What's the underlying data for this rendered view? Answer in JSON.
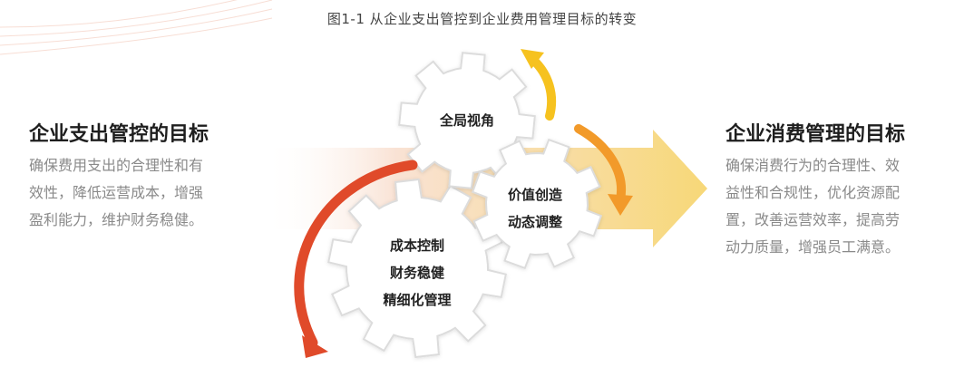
{
  "caption": "图1-1 从企业支出管控到企业费用管理目标的转变",
  "left": {
    "title": "企业支出管控的目标",
    "lines": [
      "确保费用支出的合理性和有",
      "效性，降低运营成本，增强",
      "盈利能力，维护财务稳健。"
    ]
  },
  "right": {
    "title": "企业消费管理的目标",
    "lines": [
      "确保消费行为的合理性、效",
      "益性和合规性，优化资源配",
      "置，改善运营效率，提高劳",
      "动力质量，增强员工满意。"
    ]
  },
  "gears": {
    "top": {
      "lines": [
        "全局视角"
      ]
    },
    "middle": {
      "lines": [
        "价值创造",
        "动态调整"
      ]
    },
    "bottom": {
      "lines": [
        "成本控制",
        "财务稳健",
        "精细化管理"
      ]
    }
  },
  "colors": {
    "arrow_start": "#f9e2d4",
    "arrow_end": "#f7d878",
    "gear_fill": "#ffffff",
    "gear_stroke": "#dcdcdc",
    "curve_red": "#e04a2a",
    "curve_orange": "#f29a2a",
    "curve_yellow": "#f6c21f"
  }
}
